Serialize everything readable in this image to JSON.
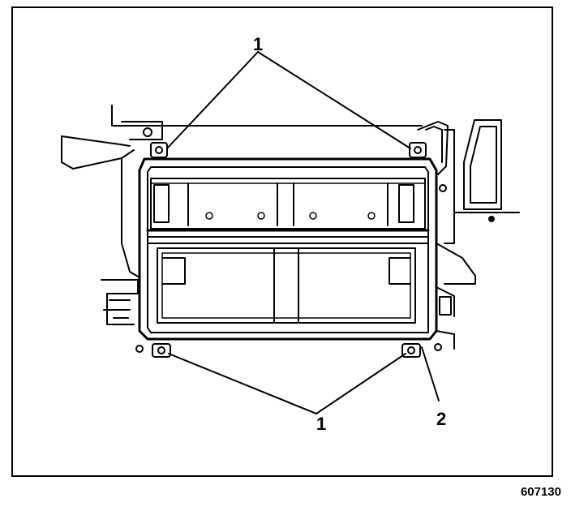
{
  "figure": {
    "id_label": "607130",
    "callouts": {
      "top_fasteners": "1",
      "bottom_fasteners": "1",
      "part_2": "2"
    }
  },
  "colors": {
    "ink": "#000000",
    "paper": "#ffffff"
  }
}
